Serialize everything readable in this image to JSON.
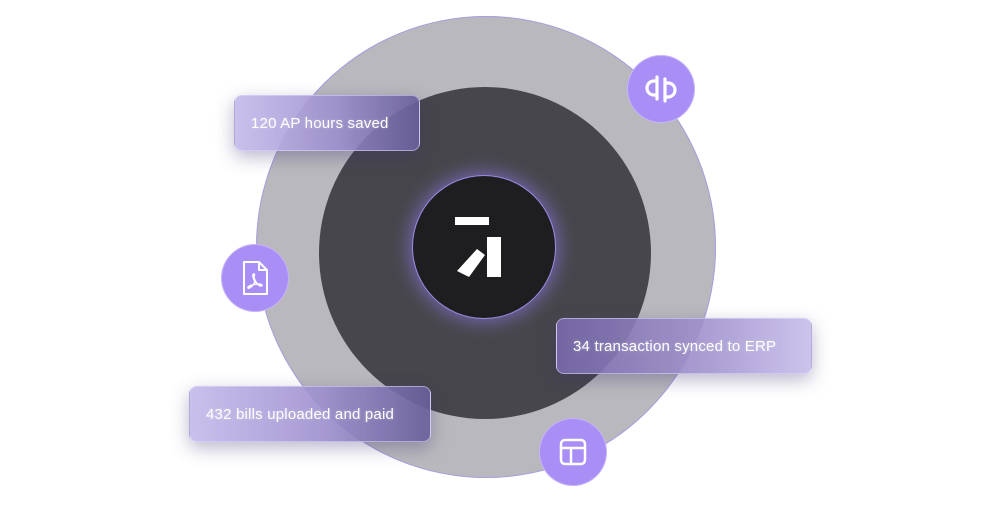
{
  "stats": {
    "hours_saved": "120 AP hours saved",
    "bills_paid": "432 bills uploaded and paid",
    "transactions_synced": "34 transaction synced to ERP"
  },
  "icons": {
    "center_logo": "brand-logo-icon",
    "top_right": "quickbooks-icon",
    "left": "pdf-file-icon",
    "bottom": "table-grid-icon"
  },
  "colors": {
    "outer_ring": "#b9b9bd",
    "middle_ring": "#47464b",
    "core": "#1e1e20",
    "accent": "#a98ef6"
  }
}
